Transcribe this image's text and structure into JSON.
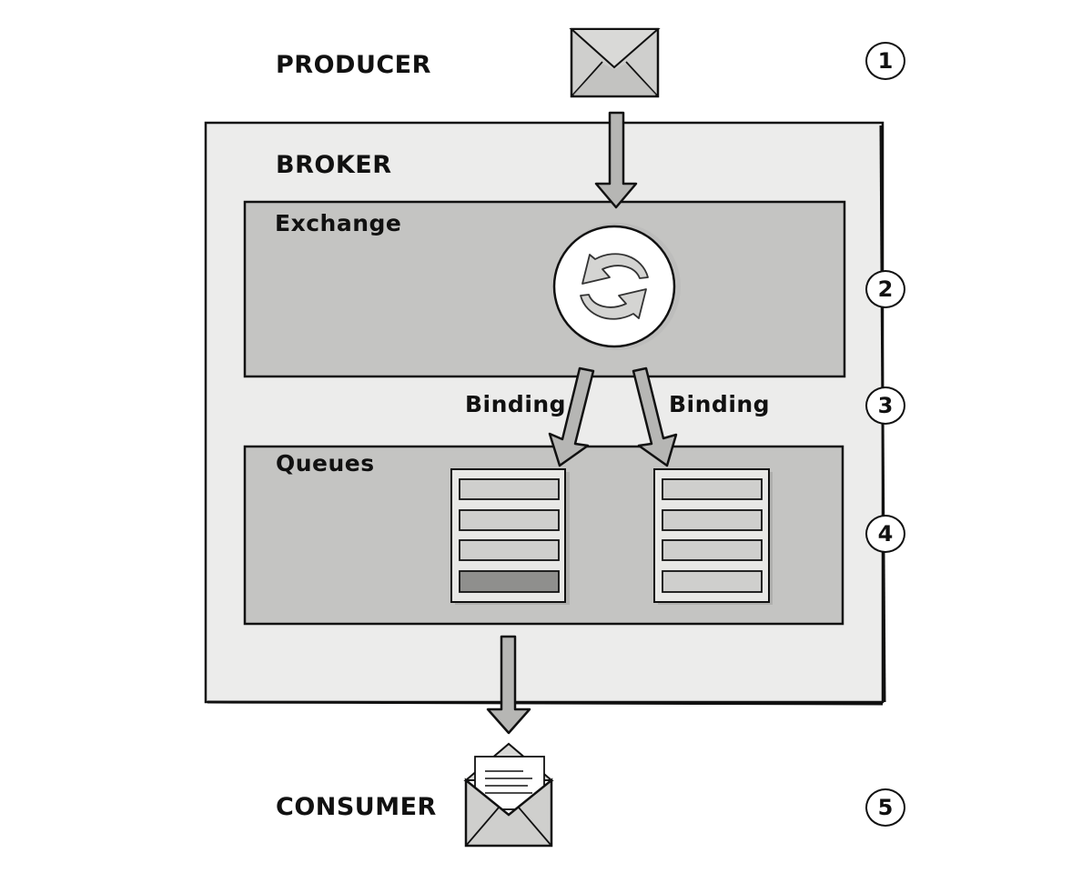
{
  "labels": {
    "producer": "PRODUCER",
    "broker": "BROKER",
    "exchange": "Exchange",
    "binding_left": "Binding",
    "binding_right": "Binding",
    "queues": "Queues",
    "consumer": "CONSUMER"
  },
  "steps": [
    "1",
    "2",
    "3",
    "4",
    "5"
  ],
  "icons": {
    "producer_message": "envelope-closed-icon",
    "exchange": "exchange-arrows-icon",
    "consumer_message": "envelope-open-icon"
  },
  "colors": {
    "broker_fill": "#ececeb",
    "panel_fill": "#c4c4c2",
    "arrow_fill": "#b6b6b4",
    "queue_highlight": "#8f8f8d",
    "outline": "#111111"
  }
}
